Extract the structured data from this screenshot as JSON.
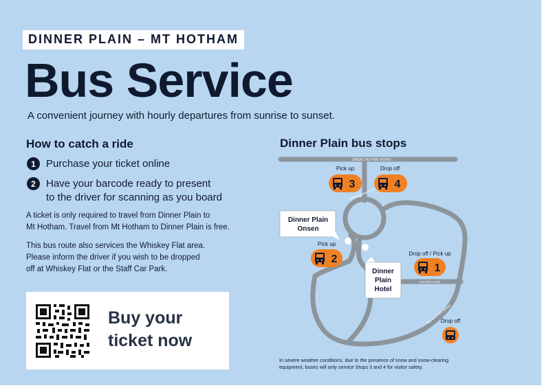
{
  "kicker": "DINNER PLAIN – MT HOTHAM",
  "title": "Bus Service",
  "subtitle": "A convenient journey with hourly departures from sunrise to sunset.",
  "how_to": {
    "heading": "How to catch a ride",
    "steps": [
      {
        "number": "1",
        "text": "Purchase your ticket online"
      },
      {
        "number": "2",
        "line1": "Have your barcode ready to present",
        "line2": "to the driver for scanning as you board"
      }
    ],
    "para1": {
      "line1": "A ticket is only required to travel from Dinner Plain to",
      "line2": "Mt Hotham. Travel from Mt Hotham to Dinner Plain is free."
    },
    "para2": {
      "line1": "This bus route also services the Whiskey Flat area.",
      "line2": "Please inform the driver if you wish to be dropped",
      "line3": "off at Whiskey Flat or the Staff Car Park."
    }
  },
  "buy": {
    "line1": "Buy your",
    "line2": "ticket now"
  },
  "map": {
    "heading": "Dinner Plain bus stops",
    "roads": {
      "great_alpine": "GREAT ALPINE ROAD",
      "horseshoe": "HORSESHOE CIRCLE",
      "halter": "HALTER LANE",
      "big_muster": "BIG MUSTER DRIVE"
    },
    "places": {
      "onsen": {
        "line1": "Dinner Plain",
        "line2": "Onsen"
      },
      "hotel": {
        "line1": "Dinner",
        "line2": "Plain",
        "line3": "Hotel"
      }
    },
    "stops": {
      "s3": {
        "label": "Pick up",
        "number": "3"
      },
      "s4": {
        "label": "Drop off",
        "number": "4"
      },
      "s2": {
        "label": "Pick up",
        "number": "2"
      },
      "s1": {
        "label": "Drop off / Pick up",
        "number": "1"
      },
      "s5": {
        "label": "Drop off"
      }
    },
    "note": {
      "line1": "In severe weather conditions, due to the presence of snow and snow-clearing",
      "line2": "equipment, buses will only service Stops 3 and 4 for visitor safety."
    }
  },
  "colors": {
    "background": "#b9d6f0",
    "navy": "#0f1a2e",
    "orange": "#f08024",
    "road": "#8c949c"
  }
}
